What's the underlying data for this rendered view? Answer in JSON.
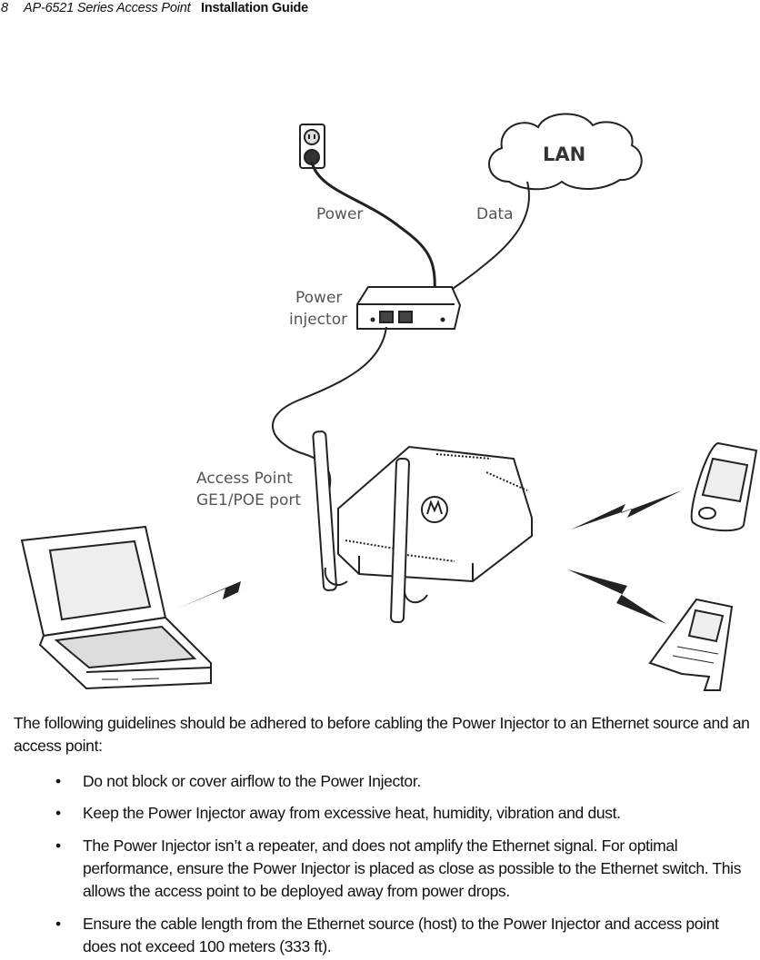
{
  "header": {
    "page_number": "8",
    "series": "AP-6521 Series Access Point",
    "guide": "Installation Guide"
  },
  "figure": {
    "labels": {
      "lan": "LAN",
      "power": "Power",
      "data": "Data",
      "power_injector_line1": "Power",
      "power_injector_line2": "injector",
      "ap_port_line1": "Access Point",
      "ap_port_line2": "GE1/POE port"
    }
  },
  "intro": "The following guidelines should be adhered to before cabling the Power Injector to an Ethernet source and an access point:",
  "bullet_glyph": "•",
  "guidelines": [
    "Do not block or cover airflow to the Power Injector.",
    "Keep the Power Injector away from excessive heat, humidity, vibration and dust.",
    "The Power Injector isn’t a repeater, and does not amplify the Ethernet signal. For optimal performance, ensure the Power Injector is placed as close as possible to the Ethernet switch. This allows the access point to be deployed away from power drops.",
    "Ensure the cable length from the Ethernet source (host) to the Power Injector and access point does not exceed 100 meters (333 ft)."
  ]
}
